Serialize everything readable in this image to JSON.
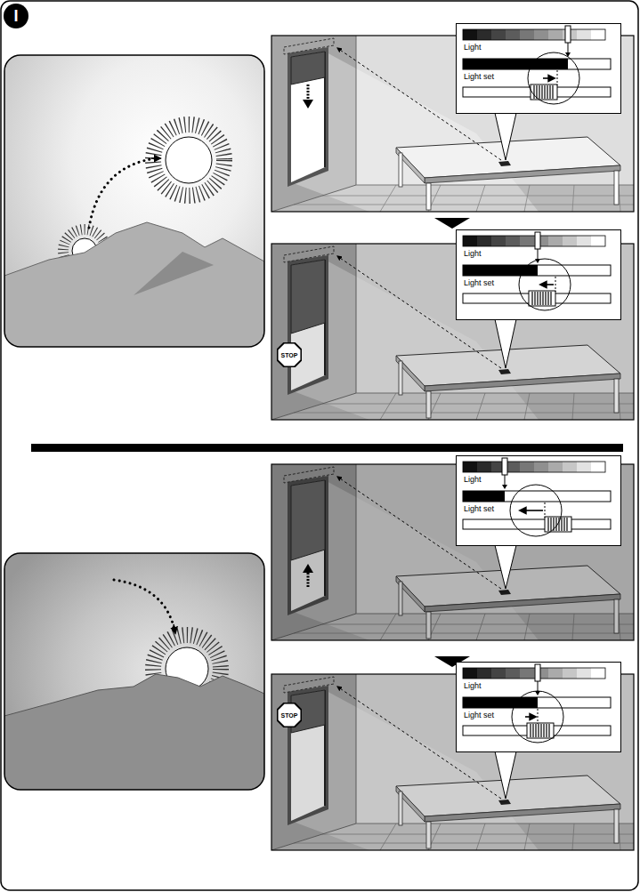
{
  "diagram": {
    "nodes": [
      {
        "text": [
          "I"
        ]
      },
      {
        "text": [
          "Light",
          "Light set"
        ]
      },
      {
        "text": [
          "Light",
          "Light set"
        ]
      },
      {
        "text": [
          "STOP"
        ]
      },
      {
        "text": [
          "Light",
          "Light set"
        ]
      },
      {
        "text": [
          "Light",
          "Light set"
        ]
      },
      {
        "text": [
          "STOP"
        ]
      }
    ]
  }
}
